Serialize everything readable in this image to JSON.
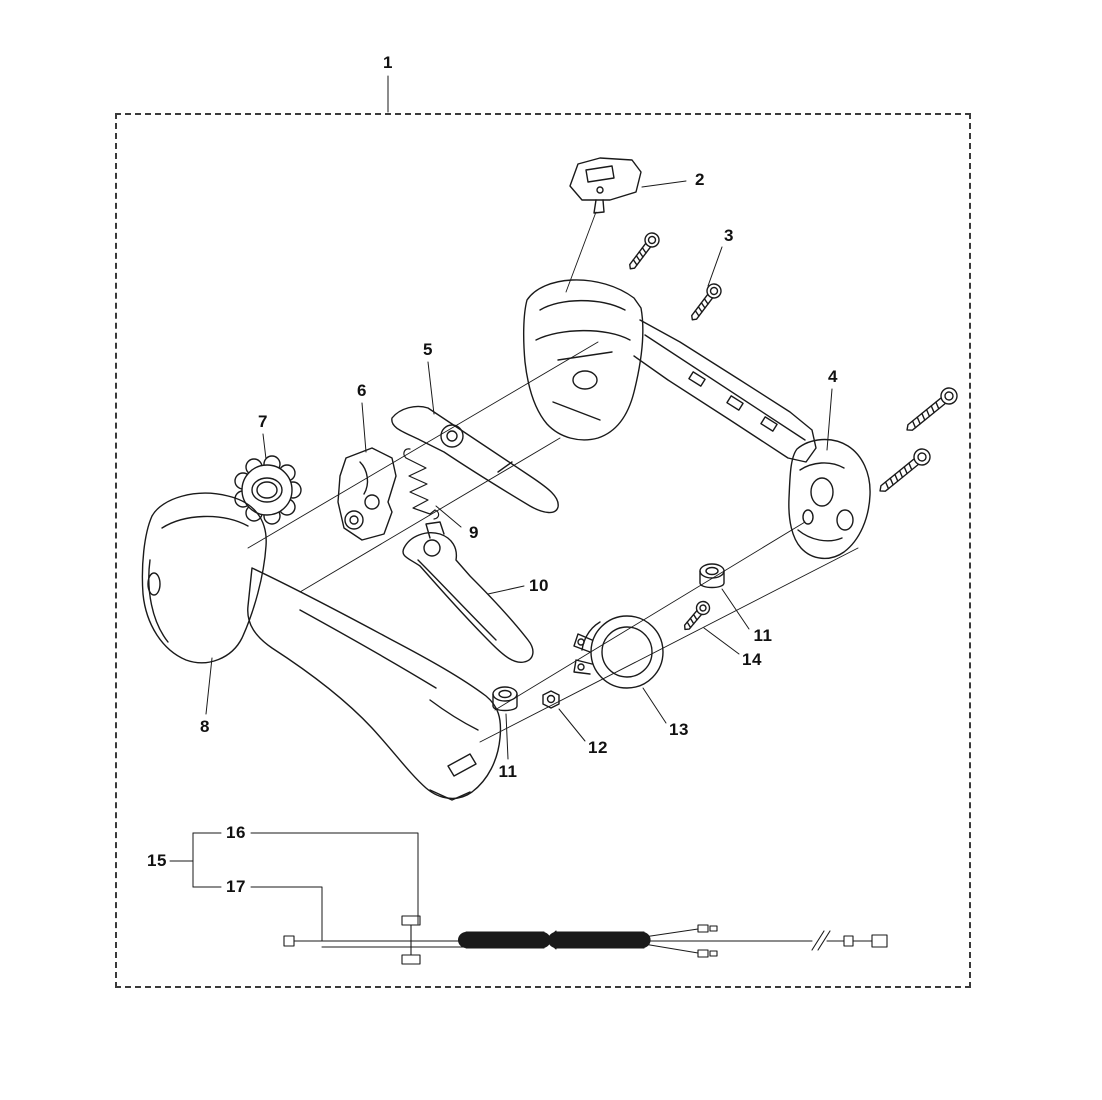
{
  "colors": {
    "background": "#ffffff",
    "line": "#1a1a1a",
    "border_dash": "#3a3a3a",
    "label_text": "#111111"
  },
  "callouts": {
    "part1": "1",
    "part2": "2",
    "part3": "3",
    "part4": "4",
    "part5": "5",
    "part6": "6",
    "part7": "7",
    "part8": "8",
    "part9": "9",
    "part10": "10",
    "part11a": "11",
    "part11b": "11",
    "part12": "12",
    "part13": "13",
    "part14": "14",
    "part15": "15",
    "part16": "16",
    "part17": "17"
  }
}
